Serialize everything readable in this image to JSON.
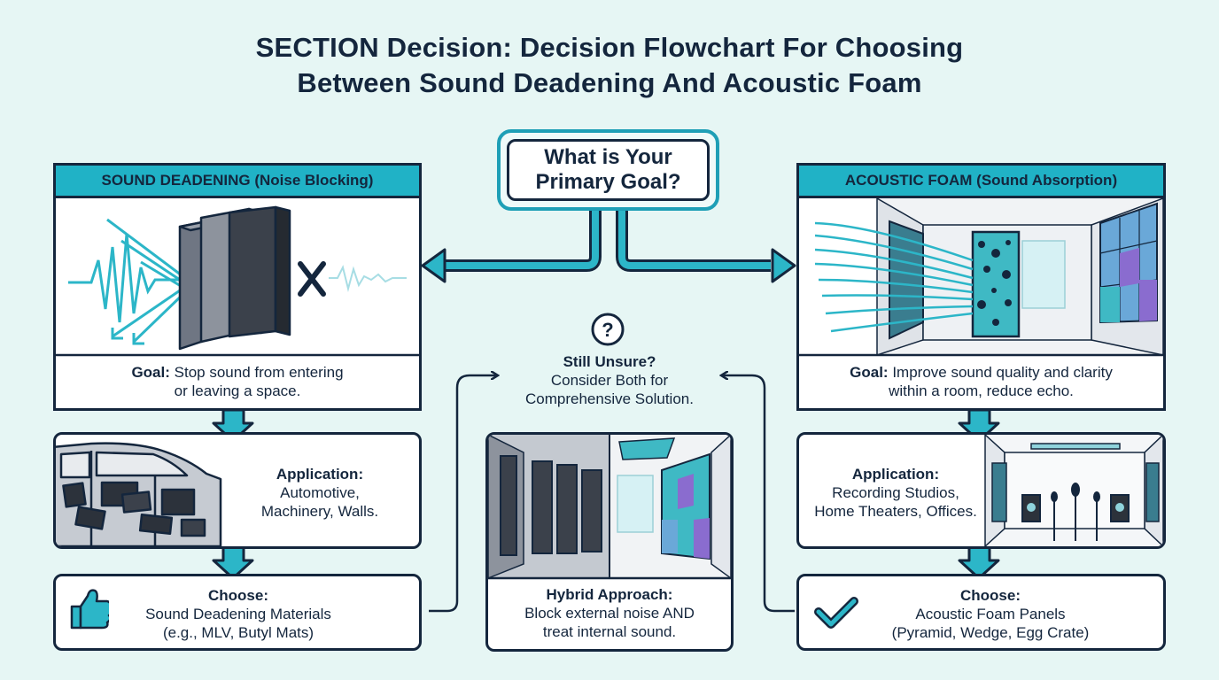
{
  "title": {
    "line1": "SECTION Decision: Decision Flowchart For Choosing",
    "line2": "Between Sound Deadening And Acoustic Foam"
  },
  "central": {
    "line1": "What is Your",
    "line2": "Primary Goal?"
  },
  "left": {
    "header": "SOUND DEADENING (Noise Blocking)",
    "goal_label": "Goal:",
    "goal_line1": " Stop sound from entering",
    "goal_line2": "or leaving a space.",
    "application_label": "Application:",
    "application_line1": "Automotive,",
    "application_line2": "Machinery, Walls.",
    "choose_label": "Choose:",
    "choose_line1": "Sound Deadening Materials",
    "choose_line2": "(e.g., MLV, Butyl Mats)",
    "choose_icon": "thumbs-up-icon"
  },
  "right": {
    "header": "ACOUSTIC FOAM (Sound Absorption)",
    "goal_label": "Goal:",
    "goal_line1": " Improve sound quality and clarity",
    "goal_line2": "within a room, reduce echo.",
    "application_label": "Application:",
    "application_line1": "Recording Studios,",
    "application_line2": "Home Theaters, Offices.",
    "choose_label": "Choose:",
    "choose_line1": "Acoustic Foam Panels",
    "choose_line2": "(Pyramid, Wedge, Egg Crate)",
    "choose_icon": "checkmark-icon"
  },
  "middle": {
    "question_icon": "question-mark-icon",
    "question_glyph": "?",
    "unsure_title": "Still Unsure?",
    "unsure_line1": "Consider Both for",
    "unsure_line2": "Comprehensive Solution.",
    "hybrid_label": "Hybrid Approach:",
    "hybrid_line1": "Block external noise AND",
    "hybrid_line2": "treat internal sound."
  },
  "colors": {
    "background": "#e6f6f4",
    "accent": "#20b2c6",
    "outline": "#14263d",
    "foam_teal": "#3fb9c4",
    "foam_purple": "#8a6ccf"
  }
}
